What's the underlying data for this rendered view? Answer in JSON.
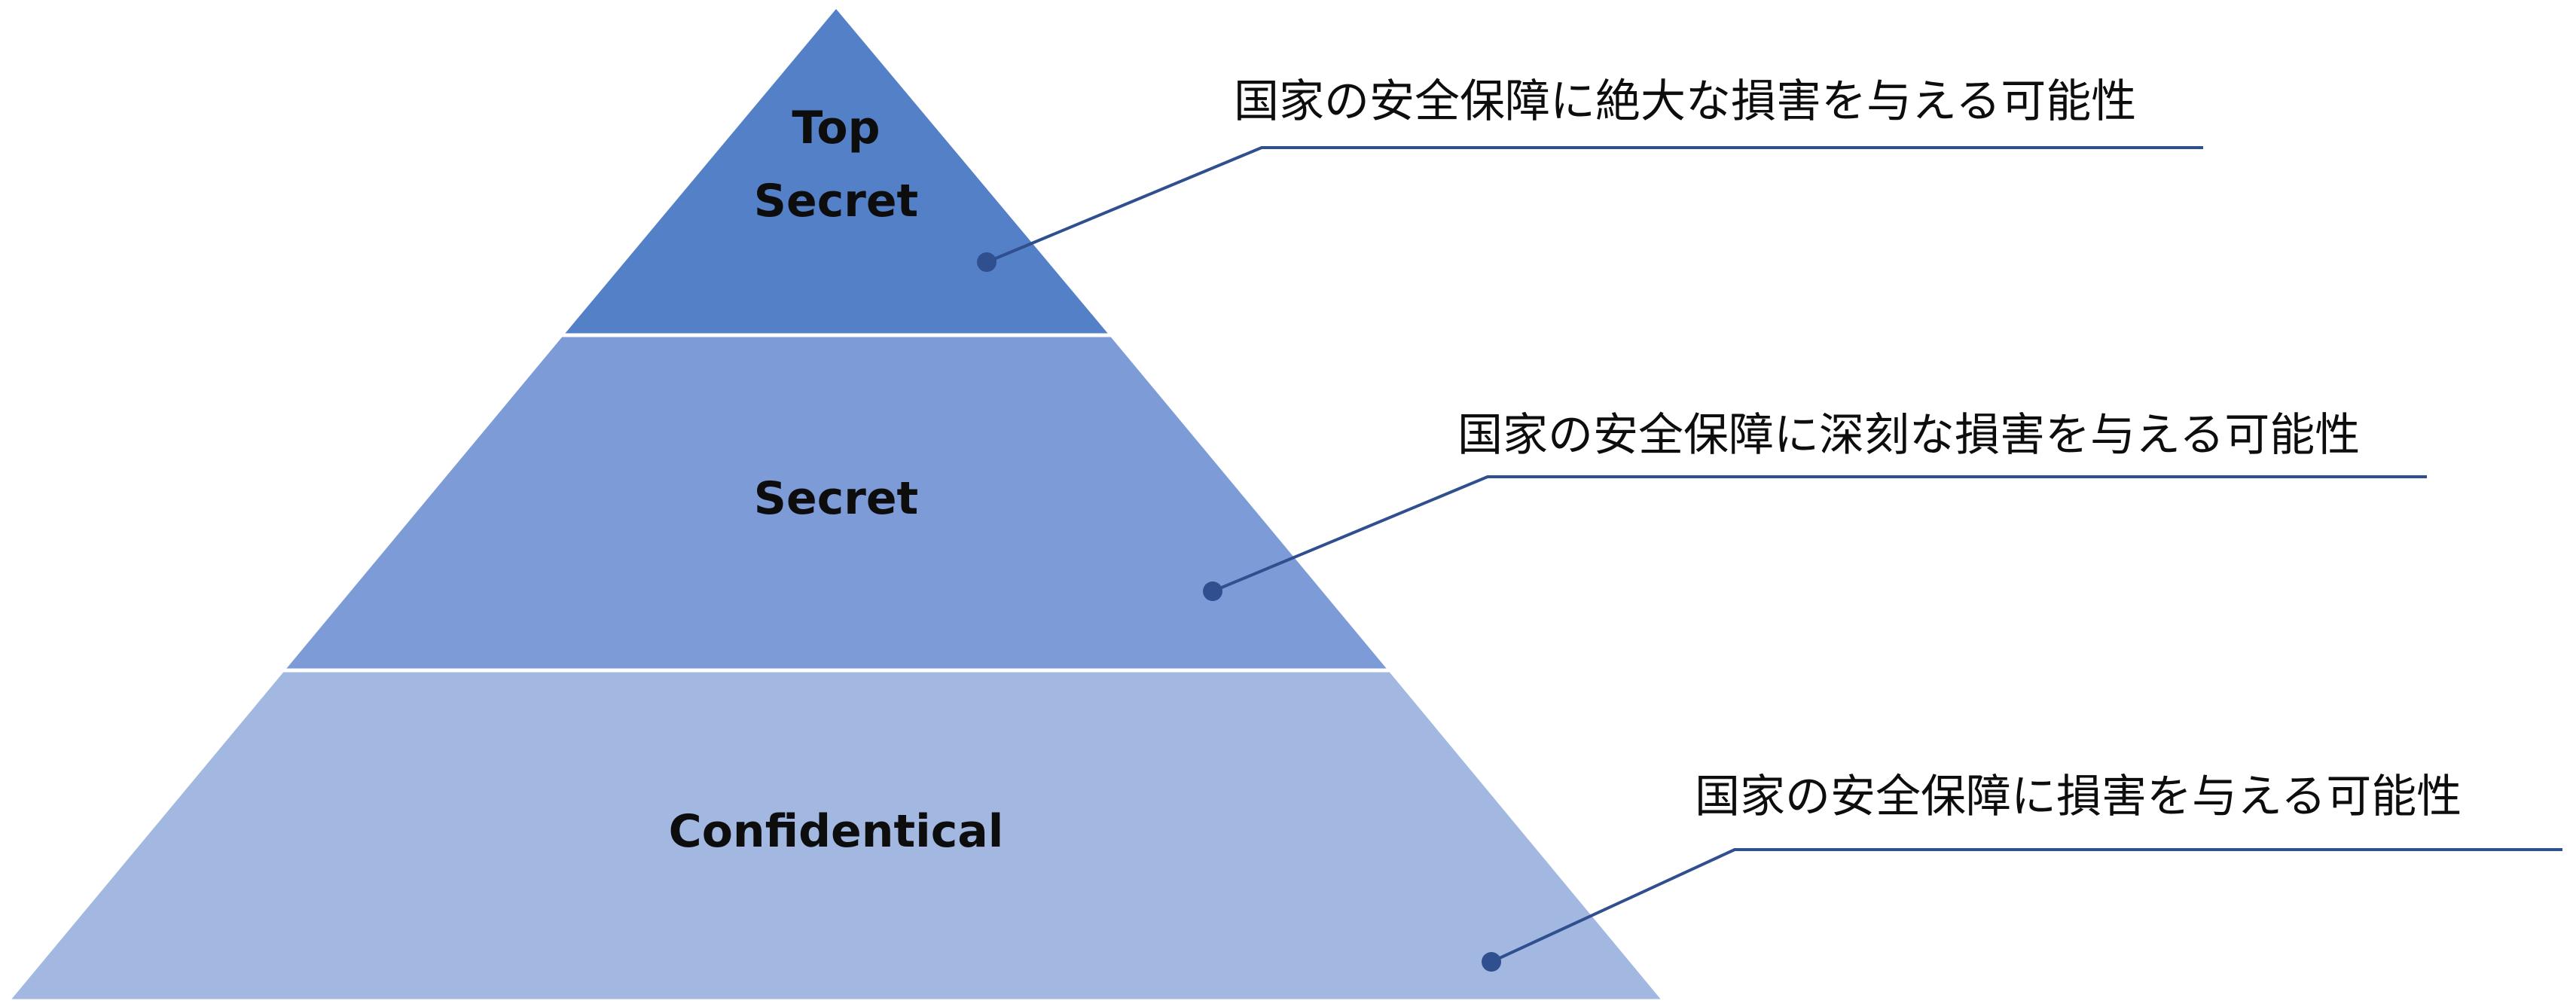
{
  "colors": {
    "tier_top": "#5480c8",
    "tier_middle": "#7d9bd6",
    "tier_bottom": "#a2b8e0",
    "leader": "#2f4f8f",
    "text": "#0d0d0d"
  },
  "tiers": [
    {
      "label_line1": "Top",
      "label_line2": "Secret",
      "description": "国家の安全保障に絶大な損害を与える可能性"
    },
    {
      "label": "Secret",
      "description": "国家の安全保障に深刻な損害を与える可能性"
    },
    {
      "label": "Confidentical",
      "description": "国家の安全保障に損害を与える可能性"
    }
  ]
}
